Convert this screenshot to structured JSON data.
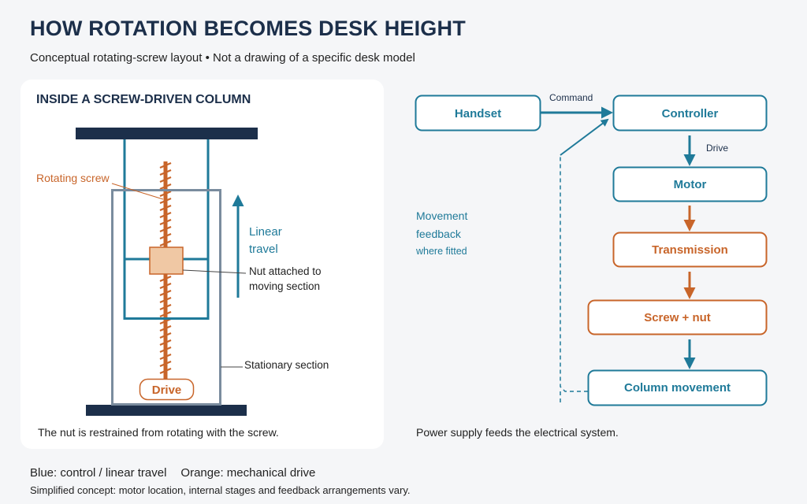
{
  "header": {
    "title": "HOW ROTATION BECOMES DESK HEIGHT",
    "subtitle": "Conceptual rotating-screw layout • Not a drawing of a specific desk model"
  },
  "left_panel": {
    "title": "INSIDE A SCREW-DRIVEN COLUMN",
    "label_rotating_screw": "Rotating screw",
    "label_linear_line1": "Linear",
    "label_linear_line2": "travel",
    "label_nut_line1": "Nut attached to",
    "label_nut_line2": "moving section",
    "label_stationary": "Stationary section",
    "label_drive": "Drive",
    "caption": "The nut is restrained from rotating with the screw."
  },
  "flow": {
    "handset": "Handset",
    "controller": "Controller",
    "motor": "Motor",
    "transmission": "Transmission",
    "screw_nut": "Screw + nut",
    "column_movement": "Column movement",
    "edge_command": "Command",
    "edge_drive": "Drive",
    "feedback_line1": "Movement",
    "feedback_line2": "feedback",
    "feedback_line3": "where fitted",
    "note": "Power supply feeds the electrical system."
  },
  "legend": {
    "blue": "Blue: control / linear travel",
    "orange": "Orange: mechanical drive",
    "note": "Simplified concept: motor location, internal stages and feedback arrangements vary."
  },
  "colors": {
    "blue": "#1f7a99",
    "orange": "#c8652a",
    "navy": "#1c2f4a",
    "gray": "#7a8c9e",
    "nut_fill": "#f0c8a4"
  }
}
